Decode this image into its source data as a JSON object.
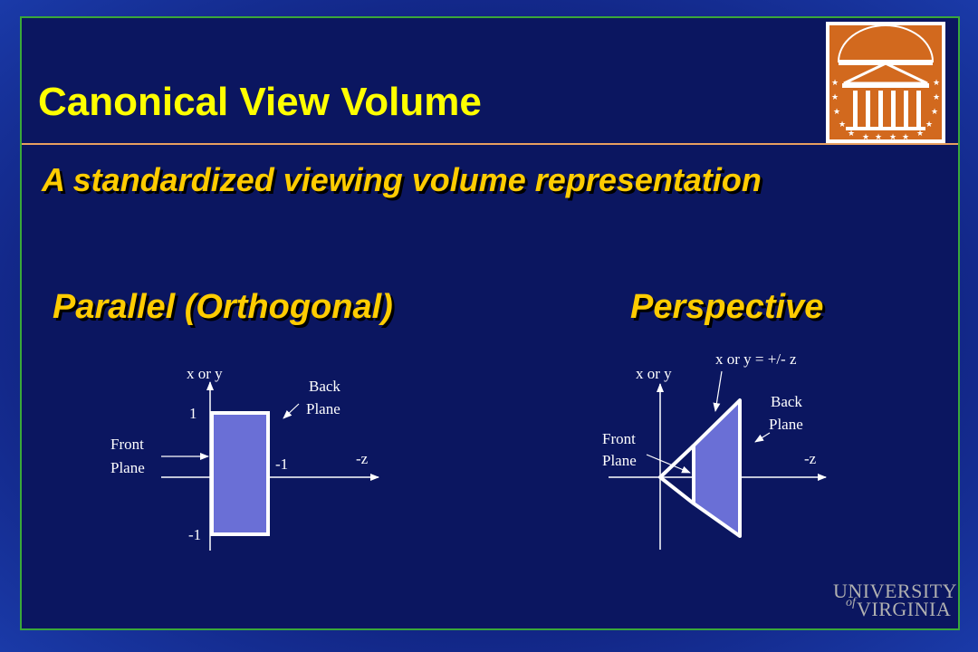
{
  "slide": {
    "title": "Canonical View Volume",
    "subtitle": "A standardized viewing volume representation"
  },
  "parallel": {
    "heading": "Parallel (Orthogonal)",
    "axis_vertical": "x or y",
    "axis_horizontal": "-z",
    "tick_top": "1",
    "tick_bottom": "-1",
    "tick_right": "-1",
    "front_plane_line1": "Front",
    "front_plane_line2": "Plane",
    "back_plane_line1": "Back",
    "back_plane_line2": "Plane"
  },
  "perspective": {
    "heading": "Perspective",
    "axis_vertical": "x or y",
    "axis_horizontal": "-z",
    "equation": "x  or y = +/- z",
    "front_plane_line1": "Front",
    "front_plane_line2": "Plane",
    "back_plane_line1": "Back",
    "back_plane_line2": "Plane"
  },
  "branding": {
    "wordmark_top": "UNIVERSITY",
    "wordmark_of": "of",
    "wordmark_bottom": "VIRGINIA"
  },
  "colors": {
    "title": "#ffff00",
    "heading": "#ffcc00",
    "volume_fill": "#6a6fd6",
    "logo_orange": "#d2691e"
  },
  "icons": {
    "logo": "rotunda-logo-icon"
  }
}
